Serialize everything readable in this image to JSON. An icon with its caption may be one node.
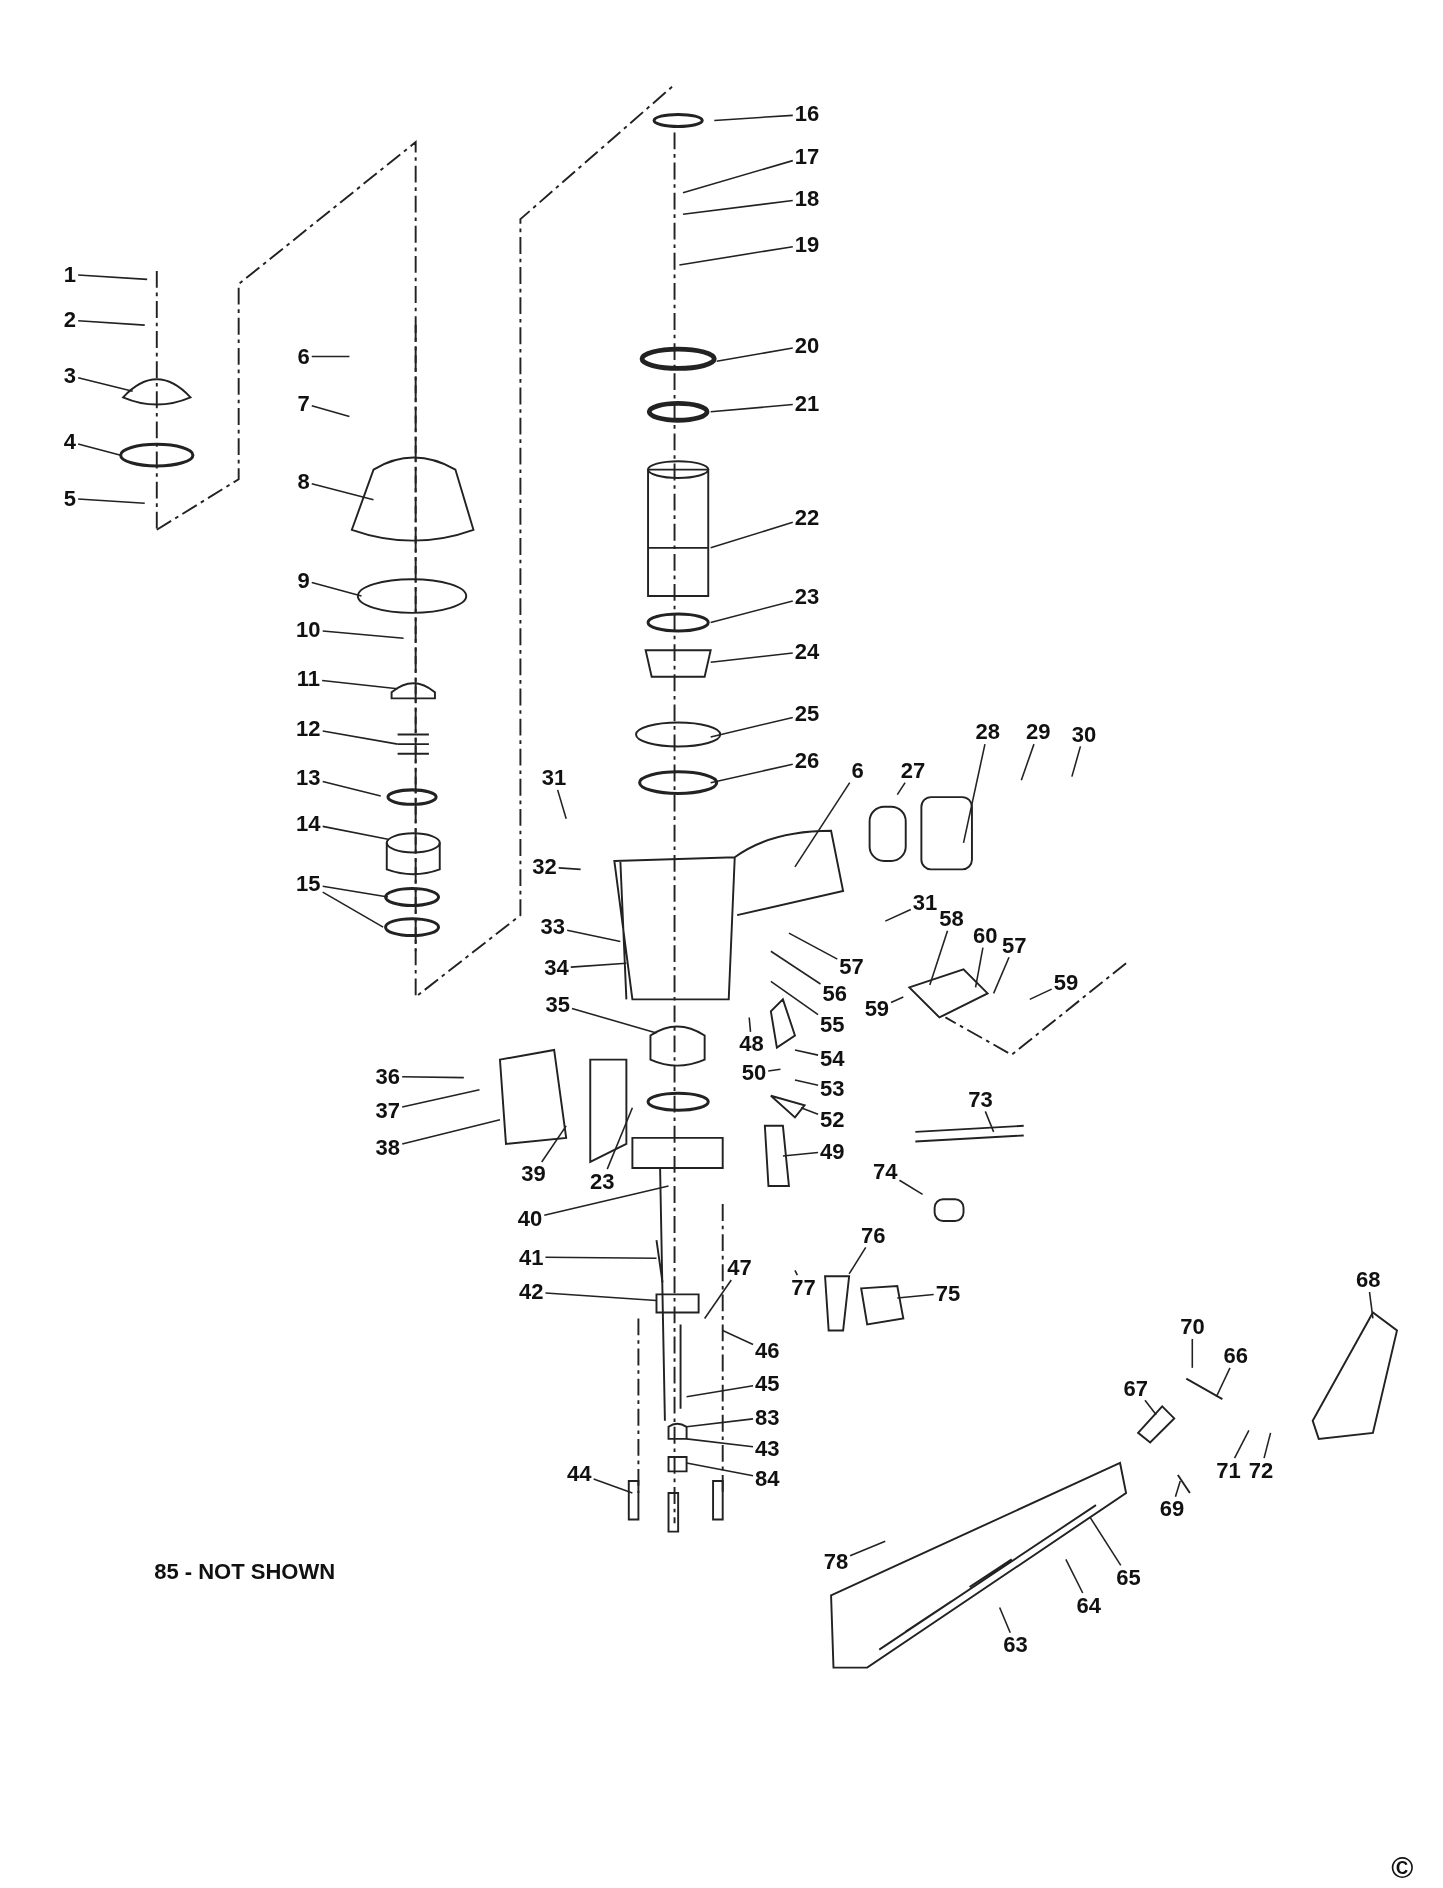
{
  "diagram": {
    "nodes": [
      {
        "text": [
          "1"
        ]
      },
      {
        "text": [
          "2"
        ]
      },
      {
        "text": [
          "3"
        ]
      },
      {
        "text": [
          "4"
        ]
      },
      {
        "text": [
          "5"
        ]
      },
      {
        "text": [
          "6"
        ]
      },
      {
        "text": [
          "7"
        ]
      },
      {
        "text": [
          "8"
        ]
      },
      {
        "text": [
          "9"
        ]
      },
      {
        "text": [
          "10"
        ]
      },
      {
        "text": [
          "11"
        ]
      },
      {
        "text": [
          "12"
        ]
      },
      {
        "text": [
          "13"
        ]
      },
      {
        "text": [
          "14"
        ]
      },
      {
        "text": [
          "15"
        ]
      },
      {
        "text": [
          "16"
        ]
      },
      {
        "text": [
          "17"
        ]
      },
      {
        "text": [
          "18"
        ]
      },
      {
        "text": [
          "19"
        ]
      },
      {
        "text": [
          "20"
        ]
      },
      {
        "text": [
          "21"
        ]
      },
      {
        "text": [
          "22"
        ]
      },
      {
        "text": [
          "23"
        ]
      },
      {
        "text": [
          "24"
        ]
      },
      {
        "text": [
          "25"
        ]
      },
      {
        "text": [
          "26"
        ]
      },
      {
        "text": [
          "27"
        ]
      },
      {
        "text": [
          "28"
        ]
      },
      {
        "text": [
          "29"
        ]
      },
      {
        "text": [
          "30"
        ]
      },
      {
        "text": [
          "31"
        ]
      },
      {
        "text": [
          "32"
        ]
      },
      {
        "text": [
          "33"
        ]
      },
      {
        "text": [
          "34"
        ]
      },
      {
        "text": [
          "31"
        ]
      },
      {
        "text": [
          "6"
        ]
      },
      {
        "text": [
          "58"
        ]
      },
      {
        "text": [
          "60"
        ]
      },
      {
        "text": [
          "57"
        ]
      },
      {
        "text": [
          "57"
        ]
      },
      {
        "text": [
          "56"
        ]
      },
      {
        "text": [
          "55"
        ]
      },
      {
        "text": [
          "54"
        ]
      },
      {
        "text": [
          "53"
        ]
      },
      {
        "text": [
          "52"
        ]
      },
      {
        "text": [
          "49"
        ]
      },
      {
        "text": [
          "48"
        ]
      },
      {
        "text": [
          "50"
        ]
      },
      {
        "text": [
          "59"
        ]
      },
      {
        "text": [
          "59"
        ]
      },
      {
        "text": [
          "35"
        ]
      },
      {
        "text": [
          "36"
        ]
      },
      {
        "text": [
          "37"
        ]
      },
      {
        "text": [
          "38"
        ]
      },
      {
        "text": [
          "39"
        ]
      },
      {
        "text": [
          "23"
        ]
      },
      {
        "text": [
          "40"
        ]
      },
      {
        "text": [
          "41"
        ]
      },
      {
        "text": [
          "42"
        ]
      },
      {
        "text": [
          "47"
        ]
      },
      {
        "text": [
          "46"
        ]
      },
      {
        "text": [
          "45"
        ]
      },
      {
        "text": [
          "83"
        ]
      },
      {
        "text": [
          "43"
        ]
      },
      {
        "text": [
          "84"
        ]
      },
      {
        "text": [
          "44"
        ]
      },
      {
        "text": [
          "73"
        ]
      },
      {
        "text": [
          "74"
        ]
      },
      {
        "text": [
          "76"
        ]
      },
      {
        "text": [
          "77"
        ]
      },
      {
        "text": [
          "75"
        ]
      },
      {
        "text": [
          "68"
        ]
      },
      {
        "text": [
          "70"
        ]
      },
      {
        "text": [
          "66"
        ]
      },
      {
        "text": [
          "67"
        ]
      },
      {
        "text": [
          "71"
        ]
      },
      {
        "text": [
          "72"
        ]
      },
      {
        "text": [
          "69"
        ]
      },
      {
        "text": [
          "65"
        ]
      },
      {
        "text": [
          "64"
        ]
      },
      {
        "text": [
          "63"
        ]
      },
      {
        "text": [
          "78"
        ]
      }
    ],
    "edges": [
      {
        "from": 0,
        "to": null,
        "arrow": "none"
      },
      {
        "from": 1,
        "to": null,
        "arrow": "none"
      },
      {
        "from": 2,
        "to": null,
        "arrow": "none"
      },
      {
        "from": 3,
        "to": null,
        "arrow": "none"
      },
      {
        "from": 4,
        "to": null,
        "arrow": "none"
      },
      {
        "from": 5,
        "to": null,
        "arrow": "none"
      },
      {
        "from": 6,
        "to": null,
        "arrow": "none"
      },
      {
        "from": 7,
        "to": null,
        "arrow": "none"
      },
      {
        "from": 8,
        "to": null,
        "arrow": "none"
      },
      {
        "from": 9,
        "to": null,
        "arrow": "none"
      },
      {
        "from": 10,
        "to": null,
        "arrow": "none"
      },
      {
        "from": 11,
        "to": null,
        "arrow": "none"
      },
      {
        "from": 12,
        "to": null,
        "arrow": "none"
      },
      {
        "from": 13,
        "to": null,
        "arrow": "none"
      },
      {
        "from": 14,
        "to": null,
        "arrow": "none"
      },
      {
        "from": 14,
        "to": null,
        "arrow": "none"
      },
      {
        "from": 15,
        "to": null,
        "arrow": "none"
      },
      {
        "from": 16,
        "to": null,
        "arrow": "none"
      },
      {
        "from": 17,
        "to": null,
        "arrow": "none"
      },
      {
        "from": 18,
        "to": null,
        "arrow": "none"
      },
      {
        "from": 19,
        "to": null,
        "arrow": "none"
      },
      {
        "from": 20,
        "to": null,
        "arrow": "none"
      },
      {
        "from": 21,
        "to": null,
        "arrow": "none"
      },
      {
        "from": 22,
        "to": null,
        "arrow": "none"
      },
      {
        "from": 23,
        "to": null,
        "arrow": "none"
      },
      {
        "from": 24,
        "to": null,
        "arrow": "none"
      },
      {
        "from": 25,
        "to": null,
        "arrow": "none"
      },
      {
        "from": 26,
        "to": null,
        "arrow": "none"
      },
      {
        "from": 27,
        "to": null,
        "arrow": "none"
      },
      {
        "from": 28,
        "to": null,
        "arrow": "none"
      },
      {
        "from": 29,
        "to": null,
        "arrow": "none"
      },
      {
        "from": 30,
        "to": null,
        "arrow": "none"
      },
      {
        "from": 31,
        "to": null,
        "arrow": "none"
      },
      {
        "from": 32,
        "to": null,
        "arrow": "none"
      },
      {
        "from": 33,
        "to": null,
        "arrow": "none"
      },
      {
        "from": 34,
        "to": null,
        "arrow": "none"
      },
      {
        "from": 35,
        "to": null,
        "arrow": "none"
      },
      {
        "from": 36,
        "to": null,
        "arrow": "none"
      },
      {
        "from": 37,
        "to": null,
        "arrow": "none"
      },
      {
        "from": 38,
        "to": null,
        "arrow": "none"
      },
      {
        "from": 39,
        "to": null,
        "arrow": "none"
      },
      {
        "from": 40,
        "to": null,
        "arrow": "none"
      },
      {
        "from": 41,
        "to": null,
        "arrow": "none"
      },
      {
        "from": 42,
        "to": null,
        "arrow": "none"
      },
      {
        "from": 43,
        "to": null,
        "arrow": "none"
      },
      {
        "from": 44,
        "to": null,
        "arrow": "none"
      },
      {
        "from": 45,
        "to": null,
        "arrow": "none"
      },
      {
        "from": 46,
        "to": null,
        "arrow": "none"
      },
      {
        "from": 47,
        "to": null,
        "arrow": "none"
      },
      {
        "from": 48,
        "to": null,
        "arrow": "none"
      },
      {
        "from": 49,
        "to": null,
        "arrow": "none"
      },
      {
        "from": 50,
        "to": null,
        "arrow": "none"
      },
      {
        "from": 51,
        "to": null,
        "arrow": "none"
      },
      {
        "from": 52,
        "to": null,
        "arrow": "none"
      },
      {
        "from": 53,
        "to": null,
        "arrow": "none"
      },
      {
        "from": 54,
        "to": null,
        "arrow": "none"
      },
      {
        "from": 55,
        "to": null,
        "arrow": "none"
      },
      {
        "from": 56,
        "to": null,
        "arrow": "none"
      },
      {
        "from": 57,
        "to": null,
        "arrow": "none"
      },
      {
        "from": 58,
        "to": null,
        "arrow": "none"
      },
      {
        "from": 59,
        "to": null,
        "arrow": "none"
      },
      {
        "from": 60,
        "to": null,
        "arrow": "none"
      },
      {
        "from": 61,
        "to": null,
        "arrow": "none"
      },
      {
        "from": 62,
        "to": null,
        "arrow": "none"
      },
      {
        "from": 63,
        "to": null,
        "arrow": "none"
      },
      {
        "from": 64,
        "to": null,
        "arrow": "none"
      },
      {
        "from": 65,
        "to": null,
        "arrow": "none"
      },
      {
        "from": 66,
        "to": null,
        "arrow": "none"
      },
      {
        "from": 67,
        "to": null,
        "arrow": "none"
      },
      {
        "from": 68,
        "to": null,
        "arrow": "none"
      },
      {
        "from": 69,
        "to": null,
        "arrow": "none"
      },
      {
        "from": 70,
        "to": null,
        "arrow": "none"
      },
      {
        "from": 71,
        "to": null,
        "arrow": "none"
      },
      {
        "from": 72,
        "to": null,
        "arrow": "none"
      },
      {
        "from": 73,
        "to": null,
        "arrow": "none"
      },
      {
        "from": 74,
        "to": null,
        "arrow": "none"
      },
      {
        "from": 75,
        "to": null,
        "arrow": "none"
      },
      {
        "from": 76,
        "to": null,
        "arrow": "none"
      },
      {
        "from": 77,
        "to": null,
        "arrow": "none"
      },
      {
        "from": 78,
        "to": null,
        "arrow": "none"
      },
      {
        "from": 79,
        "to": null,
        "arrow": "none"
      },
      {
        "from": 80,
        "to": null,
        "arrow": "none"
      },
      {
        "from": 81,
        "to": null,
        "arrow": "none"
      }
    ],
    "labels": [
      "85 - NOT SHOWN",
      "©"
    ]
  }
}
